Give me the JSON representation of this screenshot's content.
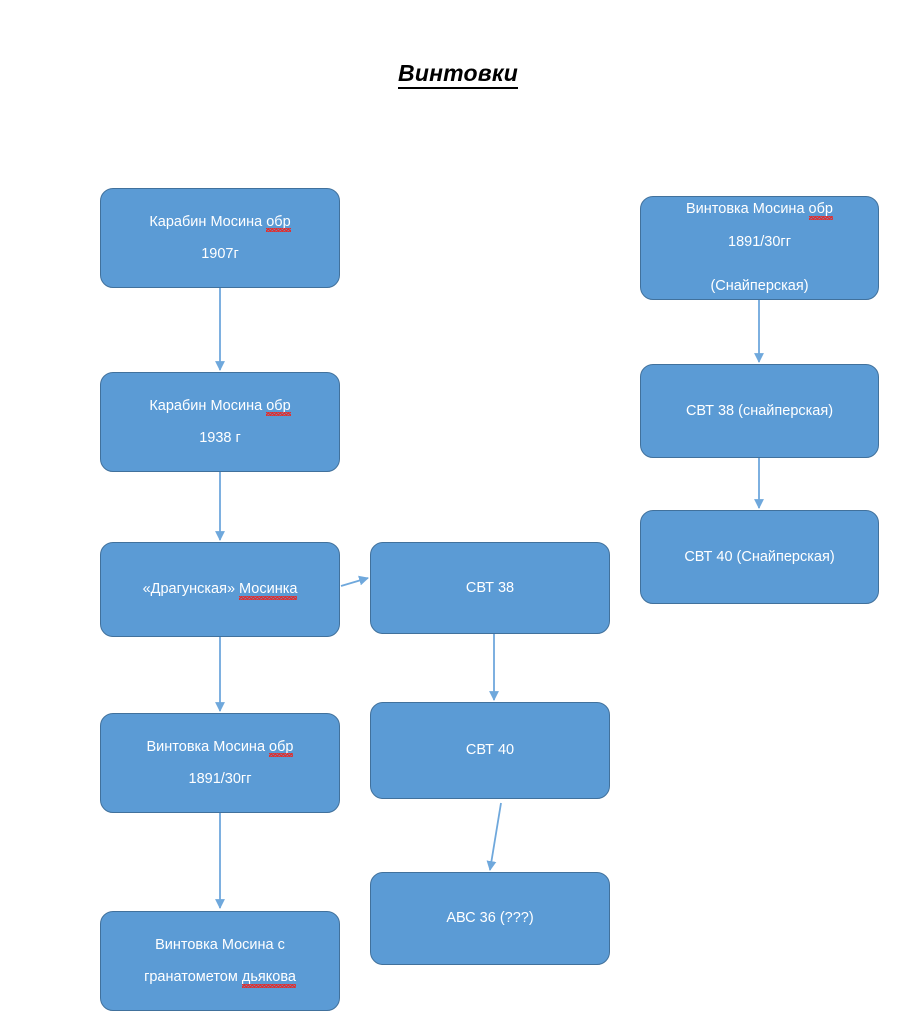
{
  "page": {
    "title": "Винтовки",
    "background_color": "#ffffff"
  },
  "theme": {
    "node_fill": "#5b9bd5",
    "node_border": "#41719c",
    "node_text": "#ffffff",
    "connector": "#6fa8dc",
    "spellcheck_underline": "#e03030",
    "title_color": "#000000"
  },
  "columns": {
    "left": {
      "nodes": [
        {
          "id": "karabin-1907",
          "lines": [
            "Карабин Мосина обр",
            "1907г"
          ],
          "misspelled": [
            "обр"
          ]
        },
        {
          "id": "karabin-1938",
          "lines": [
            "Карабин Мосина обр",
            "1938 г"
          ],
          "misspelled": [
            "обр"
          ]
        },
        {
          "id": "dragunskaya-mosinka",
          "lines": [
            "«Драгунская» Мосинка"
          ],
          "misspelled": [
            "Мосинка"
          ]
        },
        {
          "id": "vintovka-1891-30",
          "lines": [
            "Винтовка Мосина обр",
            "1891/30гг"
          ],
          "misspelled": [
            "обр"
          ]
        },
        {
          "id": "vintovka-granatomet",
          "lines": [
            "Винтовка Мосина с",
            "гранатометом дьякова"
          ],
          "misspelled": [
            "дьякова"
          ]
        }
      ]
    },
    "middle": {
      "nodes": [
        {
          "id": "svt-38",
          "lines": [
            "СВТ 38"
          ],
          "misspelled": []
        },
        {
          "id": "svt-40",
          "lines": [
            "СВТ 40"
          ],
          "misspelled": []
        },
        {
          "id": "avs-36",
          "lines": [
            "АВС 36 (???)"
          ],
          "misspelled": []
        }
      ]
    },
    "right": {
      "nodes": [
        {
          "id": "vintovka-1891-30-sniper",
          "lines": [
            "Винтовка Мосина обр",
            "1891/30гг",
            "(Снайперская)"
          ],
          "misspelled": [
            "обр"
          ]
        },
        {
          "id": "svt-38-sniper",
          "lines": [
            "СВТ 38 (снайперская)"
          ],
          "misspelled": []
        },
        {
          "id": "svt-40-sniper",
          "lines": [
            "СВТ 40 (Снайперская)"
          ],
          "misspelled": []
        }
      ]
    }
  },
  "nodes": {
    "karabin_1907_l1": "Карабин Мосина обр",
    "karabin_1907_l1a": "Карабин Мосина ",
    "karabin_1907_l1b": "обр",
    "karabin_1907_l2": "1907г",
    "karabin_1938_l1a": "Карабин Мосина ",
    "karabin_1938_l1b": "обр",
    "karabin_1938_l2": "1938 г",
    "dragunskaya_l1a": "«Драгунская» ",
    "dragunskaya_l1b": "Мосинка",
    "vintovka_1891_l1a": "Винтовка Мосина ",
    "vintovka_1891_l1b": "обр",
    "vintovka_1891_l2": "1891/30гг",
    "granatomet_l1": "Винтовка Мосина с",
    "granatomet_l2a": "гранатометом ",
    "granatomet_l2b": "дьякова",
    "svt38": "СВТ 38",
    "svt40": "СВТ 40",
    "avs36": "АВС 36 (???)",
    "sniper_1891_l1a": "Винтовка Мосина ",
    "sniper_1891_l1b": "обр",
    "sniper_1891_l2": "1891/30гг",
    "sniper_1891_l3": "(Снайперская)",
    "svt38_sniper": "СВТ 38 (снайперская)",
    "svt40_sniper": "СВТ 40 (Снайперская)"
  },
  "connections": [
    {
      "from": "karabin-1907",
      "to": "karabin-1938",
      "direction": "down"
    },
    {
      "from": "karabin-1938",
      "to": "dragunskaya-mosinka",
      "direction": "down"
    },
    {
      "from": "dragunskaya-mosinka",
      "to": "vintovka-1891-30",
      "direction": "down"
    },
    {
      "from": "vintovka-1891-30",
      "to": "vintovka-granatomet",
      "direction": "down"
    },
    {
      "from": "dragunskaya-mosinka",
      "to": "svt-38",
      "direction": "right"
    },
    {
      "from": "svt-38",
      "to": "svt-40",
      "direction": "down"
    },
    {
      "from": "svt-40",
      "to": "avs-36",
      "direction": "down"
    },
    {
      "from": "vintovka-1891-30-sniper",
      "to": "svt-38-sniper",
      "direction": "down"
    },
    {
      "from": "svt-38-sniper",
      "to": "svt-40-sniper",
      "direction": "down"
    }
  ]
}
